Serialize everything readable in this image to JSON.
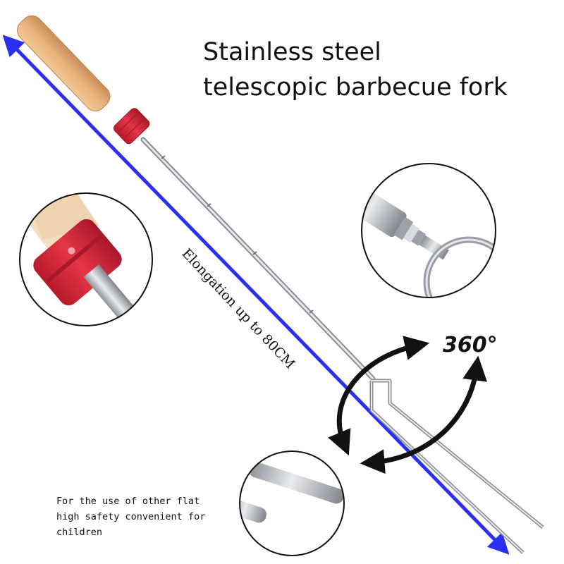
{
  "title": {
    "line1": "Stainless steel",
    "line2": "telescopic barbecue fork"
  },
  "elongation_label": "Elongation up to 80CM",
  "rotation_label": "360°",
  "note": "For the use of other flat\nhigh safety convenient for\nchildren",
  "colors": {
    "handle_wood": "#e9b47f",
    "cap_red": "#d8283a",
    "arrow_blue": "#2b2ff2",
    "steel": "#c9ccd4",
    "background": "#ffffff"
  },
  "icons": [
    "elongation-arrow",
    "rotation-arrow",
    "magnifier-handle-detail",
    "magnifier-joint-detail",
    "magnifier-tip-detail"
  ]
}
